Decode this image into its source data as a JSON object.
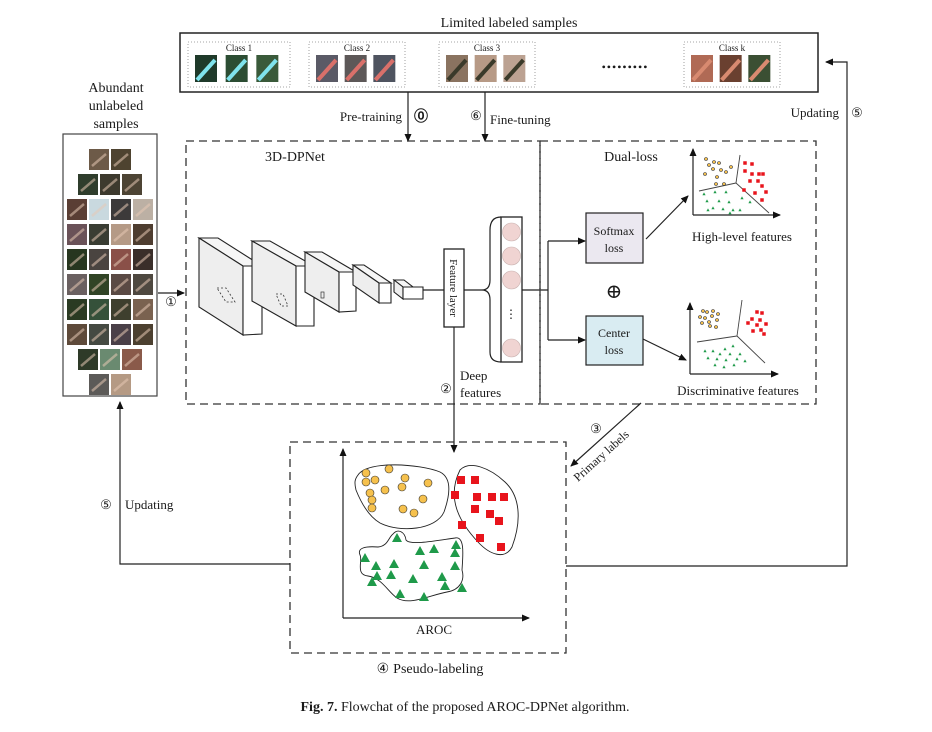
{
  "labeled": {
    "title": "Limited labeled  samples",
    "classes": [
      {
        "label": "Class 1",
        "swatches": [
          "#1f3a2a",
          "#2c4d33",
          "#3a5a3a"
        ],
        "accent": "#7fe3ec"
      },
      {
        "label": "Class 2",
        "swatches": [
          "#5a5a66",
          "#5d5858",
          "#4f5460"
        ],
        "accent": "#d9706a"
      },
      {
        "label": "Class 3",
        "swatches": [
          "#8a7360",
          "#b79a86",
          "#bca292"
        ],
        "accent": "#3a3a2a"
      },
      {
        "label": "Class k",
        "swatches": [
          "#b06a55",
          "#6a4030",
          "#3b4f33"
        ],
        "accent": "#d88a70"
      }
    ],
    "ellipsis": "•••••••••"
  },
  "unlabeled": {
    "title_lines": [
      "Abundant",
      "unlabeled",
      "samples"
    ],
    "rows": [
      [
        "#6d5a48",
        "#4e4330"
      ],
      [
        "#2f3d2c",
        "#3d3a2e",
        "#4d4434"
      ],
      [
        "#5a3e34",
        "#c9d9df",
        "#3c3a3a",
        "#bcb0a4"
      ],
      [
        "#6a5258",
        "#3a3d33",
        "#b59a86",
        "#4e3d30"
      ],
      [
        "#27361f",
        "#4a4440",
        "#8a5048",
        "#3a2e2a"
      ],
      [
        "#6a6060",
        "#314426",
        "#5a4a44",
        "#4e4840"
      ],
      [
        "#2a3a22",
        "#35513a",
        "#3e3f2e",
        "#7a6250"
      ],
      [
        "#5e4a3a",
        "#454a42",
        "#4a4048",
        "#4c4030"
      ],
      [
        "#2e3a28",
        "#6a8a70",
        "#8a5a4a"
      ],
      [
        "#5c5a58",
        "#b59a84"
      ]
    ]
  },
  "steps": {
    "pretrain": {
      "num": "⓪",
      "label": "Pre-training"
    },
    "finetune": {
      "num": "⑥",
      "label": "Fine-tuning"
    },
    "step1": {
      "num": "①"
    },
    "step2": {
      "num": "②",
      "lines": [
        "Deep",
        "features"
      ]
    },
    "step3": {
      "num": "③",
      "label": "Primary labels"
    },
    "step4": {
      "num": "④",
      "label": "Pseudo-labeling"
    },
    "step5_right": {
      "num": "⑤",
      "label": "Updating"
    },
    "step5_left": {
      "num": "⑤",
      "label": "Updating"
    }
  },
  "network": {
    "title": "3D-DPNet",
    "feature_layer": "Feature layer",
    "ellipsis": "⋮"
  },
  "dual_loss": {
    "title": "Dual-loss",
    "softmax": [
      "Softmax",
      "loss"
    ],
    "center": [
      "Center",
      "loss"
    ],
    "plus": "⊕",
    "high_level": "High-level features",
    "discriminative": "Discriminative features"
  },
  "pseudo": {
    "xlabel": "AROC"
  },
  "colors": {
    "circle": "#f6c14d",
    "square": "#e8141c",
    "triangle": "#1f9a4a",
    "neuron": "#f0d4d2",
    "softmax_bg": "#ebe8f0",
    "center_bg": "#d9ecf2"
  },
  "caption": {
    "bold": "Fig. 7.",
    "text": " Flowchat of the proposed AROC-DPNet algorithm."
  }
}
